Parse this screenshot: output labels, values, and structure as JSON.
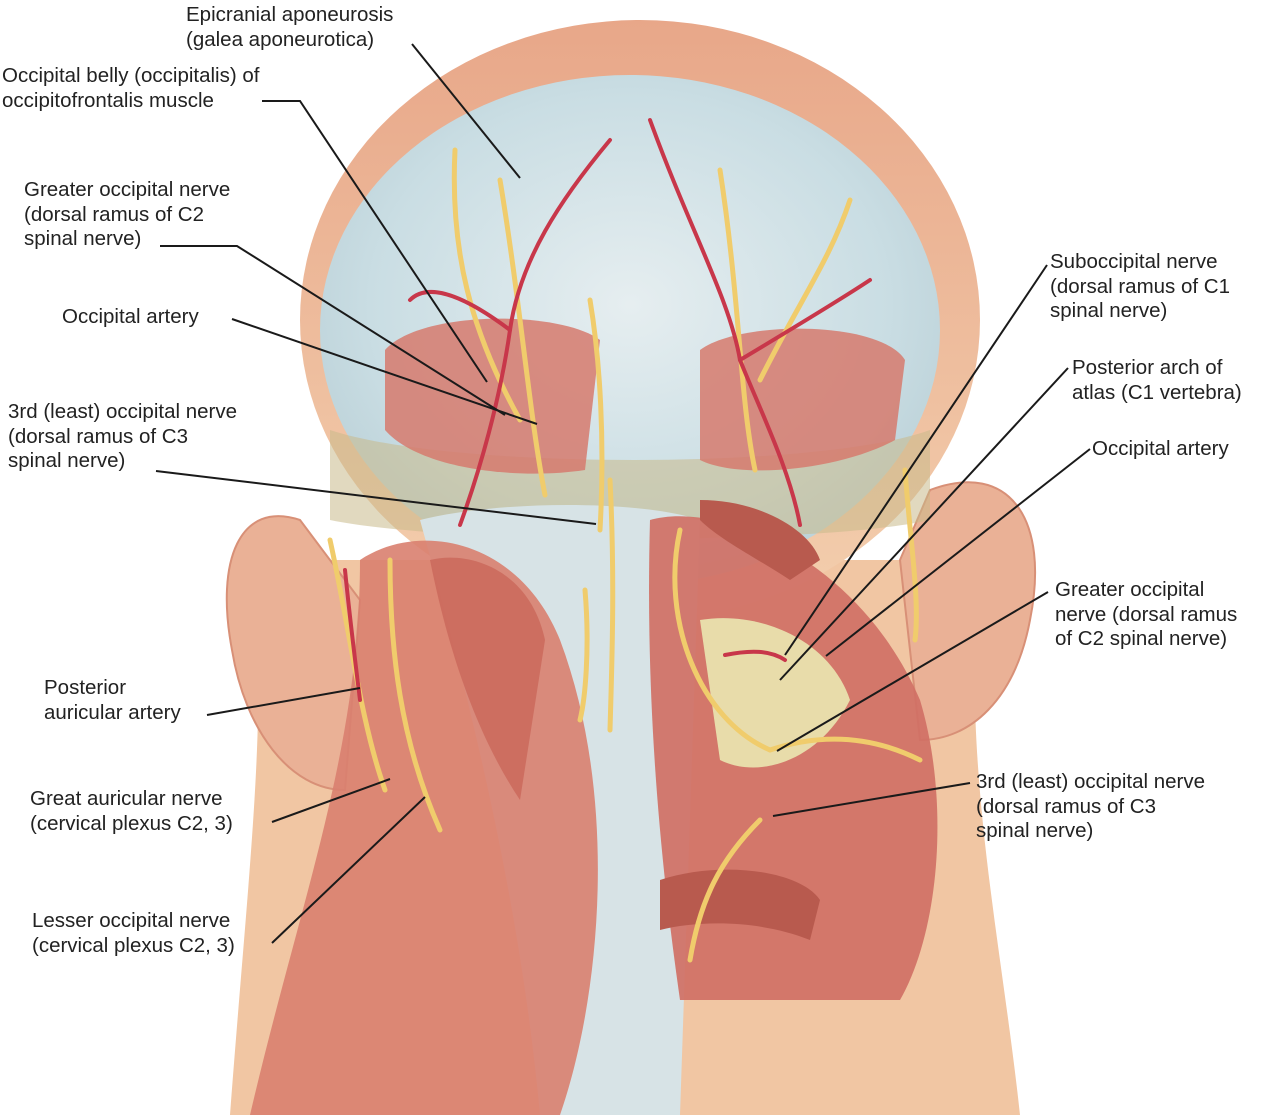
{
  "labels": {
    "epicranial": [
      "Epicranial aponeurosis",
      "(galea aponeurotica)"
    ],
    "occipital_belly": [
      "Occipital belly (occipitalis) of",
      "occipitofrontalis muscle"
    ],
    "greater_occ_left": [
      "Greater occipital nerve",
      "(dorsal ramus of C2",
      "spinal nerve)"
    ],
    "occ_artery_left": [
      "Occipital artery"
    ],
    "third_occ_left": [
      "3rd (least) occipital nerve",
      "(dorsal ramus of C3",
      "spinal nerve)"
    ],
    "post_auricular": [
      "Posterior",
      "auricular artery"
    ],
    "great_auricular": [
      "Great auricular nerve",
      "(cervical plexus C2, 3)"
    ],
    "lesser_occ": [
      "Lesser occipital nerve",
      "(cervical plexus C2, 3)"
    ],
    "suboccipital": [
      "Suboccipital nerve",
      "(dorsal ramus of C1",
      "spinal nerve)"
    ],
    "post_arch": [
      "Posterior arch of",
      "atlas (C1 vertebra)"
    ],
    "occ_artery_right": [
      "Occipital artery"
    ],
    "greater_occ_right": [
      "Greater occipital",
      "nerve (dorsal ramus",
      "of C2 spinal nerve)"
    ],
    "third_occ_right": [
      "3rd (least) occipital nerve",
      "(dorsal ramus of C3",
      "spinal nerve)"
    ]
  },
  "colors": {
    "skin": "#f1c6a3",
    "skin_edge": "#e59e7c",
    "aponeurosis": "#c9dde3",
    "muscle": "#d9806f",
    "muscle_dark": "#b85a4e",
    "fascia": "#d7e3e6",
    "bone": "#e8dcaa",
    "nerve": "#f2d27a",
    "artery": "#c8374a"
  }
}
